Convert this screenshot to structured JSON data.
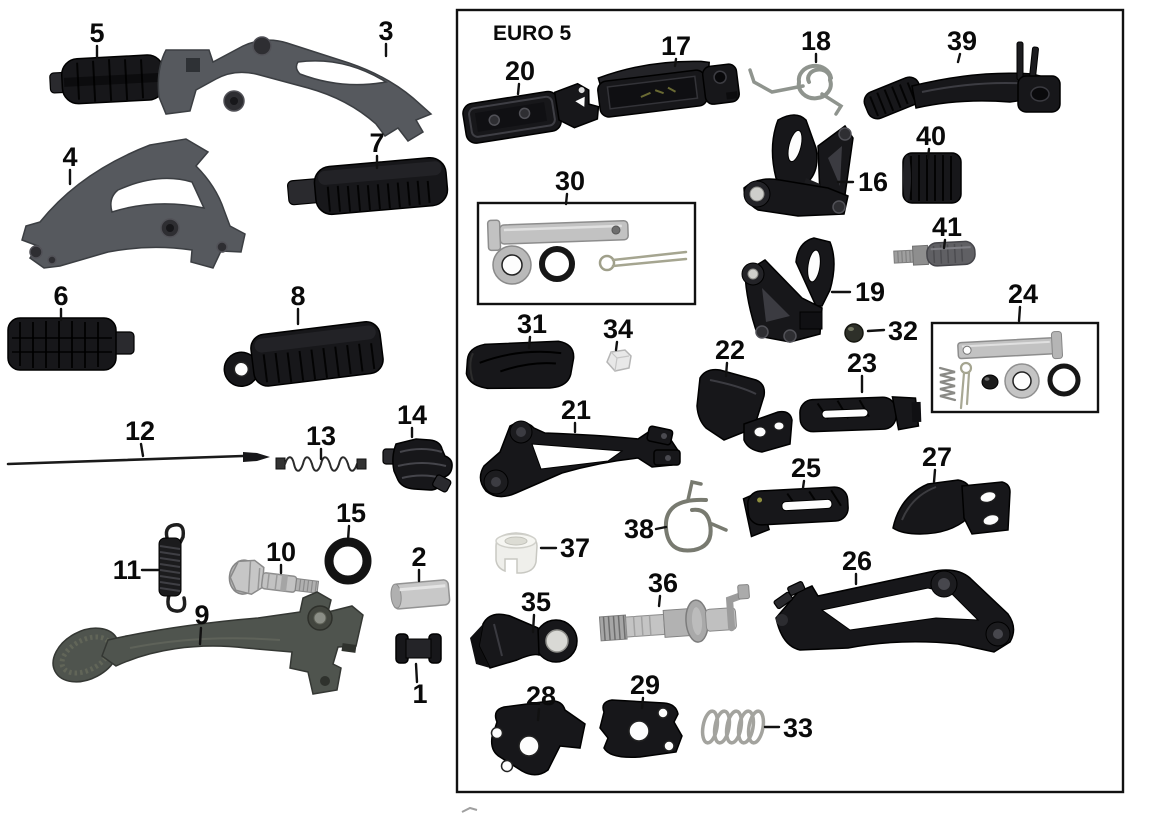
{
  "region_label": "EURO 5",
  "labels": [
    "1",
    "2",
    "3",
    "4",
    "5",
    "6",
    "7",
    "8",
    "9",
    "10",
    "11",
    "12",
    "13",
    "14",
    "15",
    "16",
    "17",
    "18",
    "19",
    "20",
    "21",
    "22",
    "23",
    "24",
    "25",
    "26",
    "27",
    "28",
    "29",
    "30",
    "31",
    "32",
    "33",
    "34",
    "35",
    "36",
    "37",
    "38",
    "39",
    "40",
    "41"
  ],
  "colors": {
    "background": "#ffffff",
    "outline": "#111111",
    "part_black": "#17171a",
    "part_gray": "#56595e",
    "pedal_gray_green": "#4f544e",
    "metal_silver": "#c2c2c2"
  }
}
